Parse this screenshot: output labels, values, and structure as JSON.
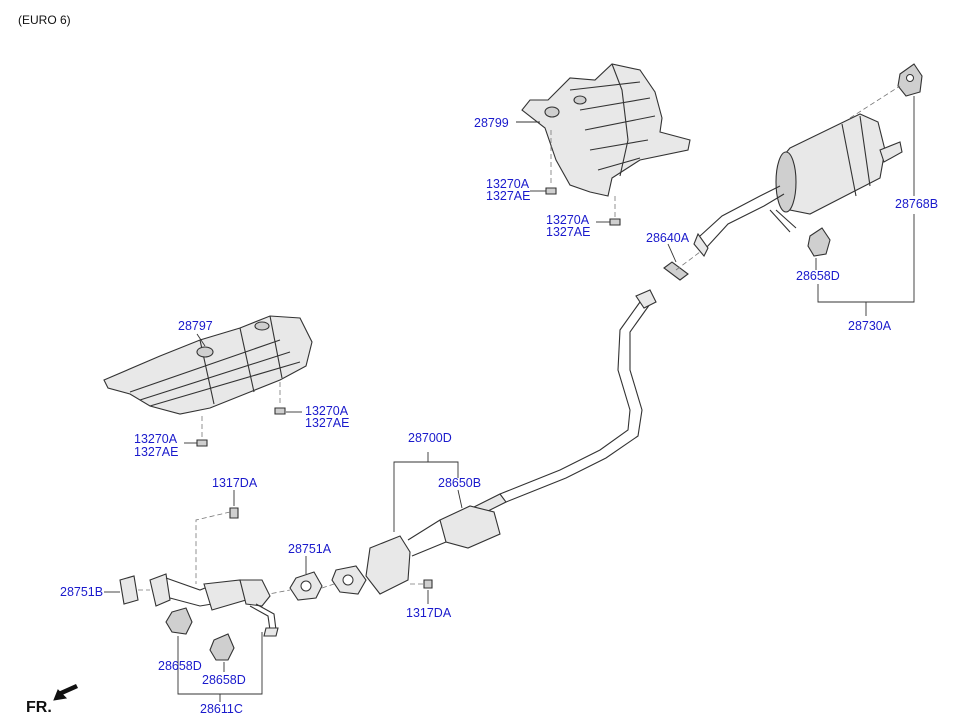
{
  "header": {
    "variant": "(EURO 6)"
  },
  "footer": {
    "direction_label": "FR."
  },
  "parts": {
    "p28799": "28799",
    "p13270A_1": "13270A",
    "p1327AE_1": "1327AE",
    "p13270A_2": "13270A",
    "p1327AE_2": "1327AE",
    "p28640A": "28640A",
    "p28768B": "28768B",
    "p28658D_right": "28658D",
    "p28730A": "28730A",
    "p28797": "28797",
    "p13270A_3": "13270A",
    "p1327AE_3": "1327AE",
    "p13270A_4": "13270A",
    "p1327AE_4": "1327AE",
    "p28700D": "28700D",
    "p28650B": "28650B",
    "p1317DA_1": "1317DA",
    "p28751A": "28751A",
    "p28751B": "28751B",
    "p1317DA_2": "1317DA",
    "p28658D_left1": "28658D",
    "p28658D_left2": "28658D",
    "p28611C": "28611C"
  },
  "colors": {
    "label": "#1a1acc",
    "line": "#333333",
    "part_fill": "#e8e8e8"
  }
}
